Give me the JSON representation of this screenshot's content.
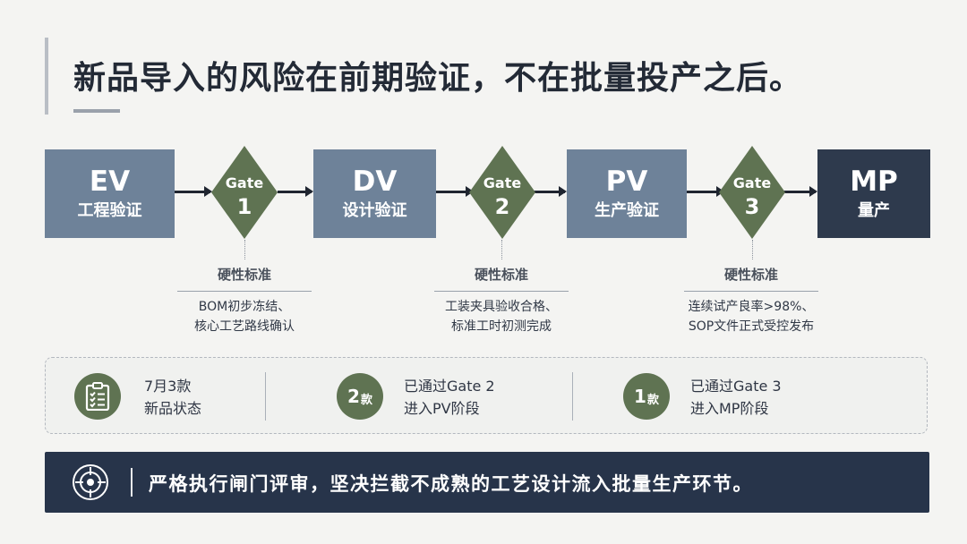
{
  "title": "新品导入的风险在前期验证，不在批量投产之后。",
  "stages": [
    {
      "code": "EV",
      "name": "工程验证"
    },
    {
      "code": "DV",
      "name": "设计验证"
    },
    {
      "code": "PV",
      "name": "生产验证"
    },
    {
      "code": "MP",
      "name": "量产"
    }
  ],
  "gates": [
    {
      "word": "Gate",
      "number": "1"
    },
    {
      "word": "Gate",
      "number": "2"
    },
    {
      "word": "Gate",
      "number": "3"
    }
  ],
  "standards": [
    {
      "title": "硬性标准",
      "lines": [
        "BOM初步冻结、",
        "核心工艺路线确认"
      ]
    },
    {
      "title": "硬性标准",
      "lines": [
        "工装夹具验收合格、",
        "标准工时初测完成"
      ]
    },
    {
      "title": "硬性标准",
      "lines": [
        "连续试产良率>98%、",
        "SOP文件正式受控发布"
      ]
    }
  ],
  "status": {
    "item1": {
      "icon": "clipboard-icon",
      "line1": "7月3款",
      "line2": "新品状态"
    },
    "item2": {
      "count": "2",
      "unit": "款",
      "line1": "已通过Gate 2",
      "line2": "进入PV阶段"
    },
    "item3": {
      "count": "1",
      "unit": "款",
      "line1": "已通过Gate 3",
      "line2": "进入MP阶段"
    }
  },
  "banner": {
    "icon": "target-icon",
    "text": "严格执行闸门评审，坚决拦截不成熟的工艺设计流入批量生产环节。"
  },
  "colors": {
    "stage_light": "#6e8299",
    "stage_dark": "#2e3a4d",
    "gate_green": "#5f7352",
    "banner_bg": "#27344a"
  }
}
